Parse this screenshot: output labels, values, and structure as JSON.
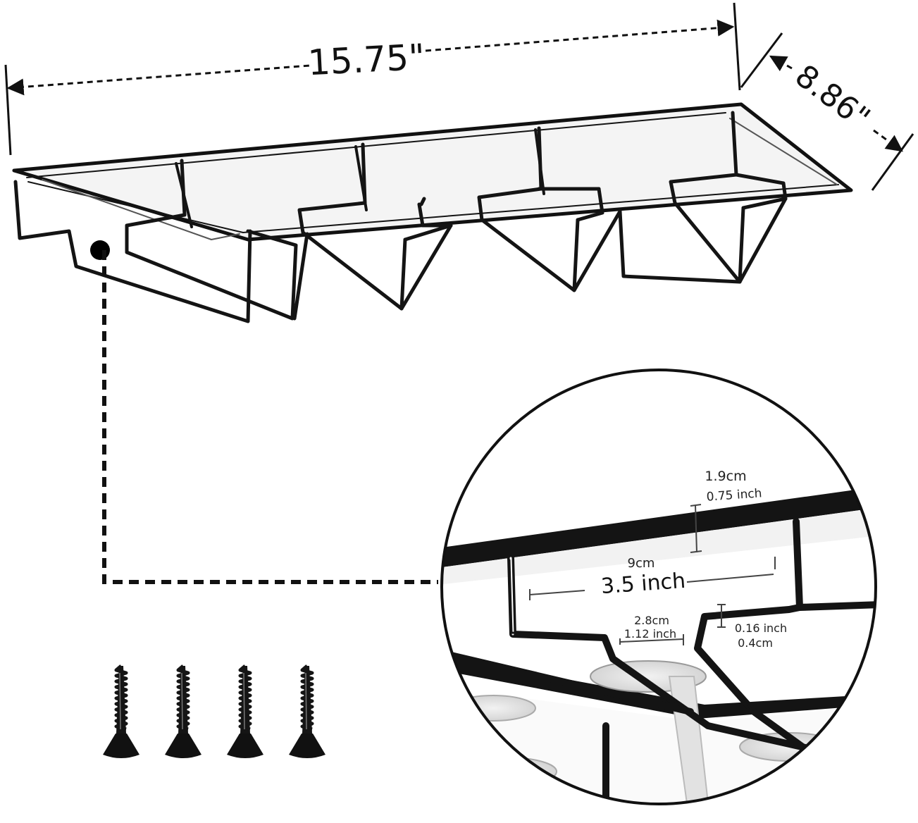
{
  "colors": {
    "background": "#ffffff",
    "metal": "#141414",
    "dimension_line": "#111111",
    "glass": "#d9d9d9"
  },
  "overall_dimensions": {
    "length": "15.75\"",
    "depth": "8.86\""
  },
  "detail_callout": {
    "rail_height_cm": "1.9cm",
    "rail_height_inch": "0.75 inch",
    "slot_spacing_cm": "9cm",
    "slot_spacing_inch": "3.5 inch",
    "slot_opening_cm": "2.8cm",
    "slot_opening_inch": "1.12 inch",
    "wire_thickness_inch": "0.16 inch",
    "wire_thickness_cm": "0.4cm"
  },
  "accessories": {
    "screw_icon": "screw-icon",
    "screw_count": 4
  }
}
